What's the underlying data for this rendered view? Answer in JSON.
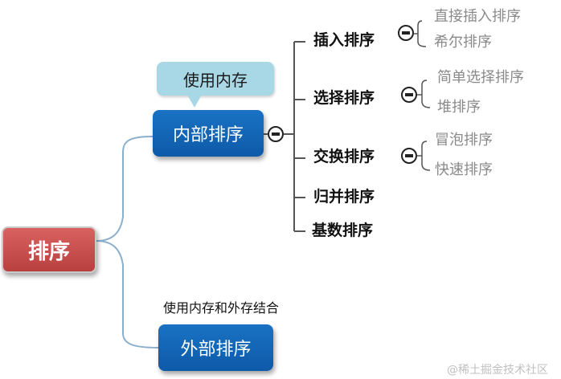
{
  "root": {
    "label": "排序"
  },
  "internal": {
    "label": "内部排序",
    "callout": "使用内存",
    "algorithms": [
      {
        "label": "插入排序",
        "children": [
          "直接插入排序",
          "希尔排序"
        ]
      },
      {
        "label": "选择排序",
        "children": [
          "简单选择排序",
          "堆排序"
        ]
      },
      {
        "label": "交换排序",
        "children": [
          "冒泡排序",
          "快速排序"
        ]
      },
      {
        "label": "归并排序",
        "children": []
      },
      {
        "label": "基数排序",
        "children": []
      }
    ]
  },
  "external": {
    "label": "外部排序",
    "annotation": "使用内存和外存结合"
  },
  "watermark": "@稀土掘金技术社区",
  "colors": {
    "root": "#c0504d",
    "branch_node": "#1466b8",
    "callout": "#a8d8e6",
    "connector_main": "#8ab0cc",
    "connector_sub": "#555555"
  }
}
